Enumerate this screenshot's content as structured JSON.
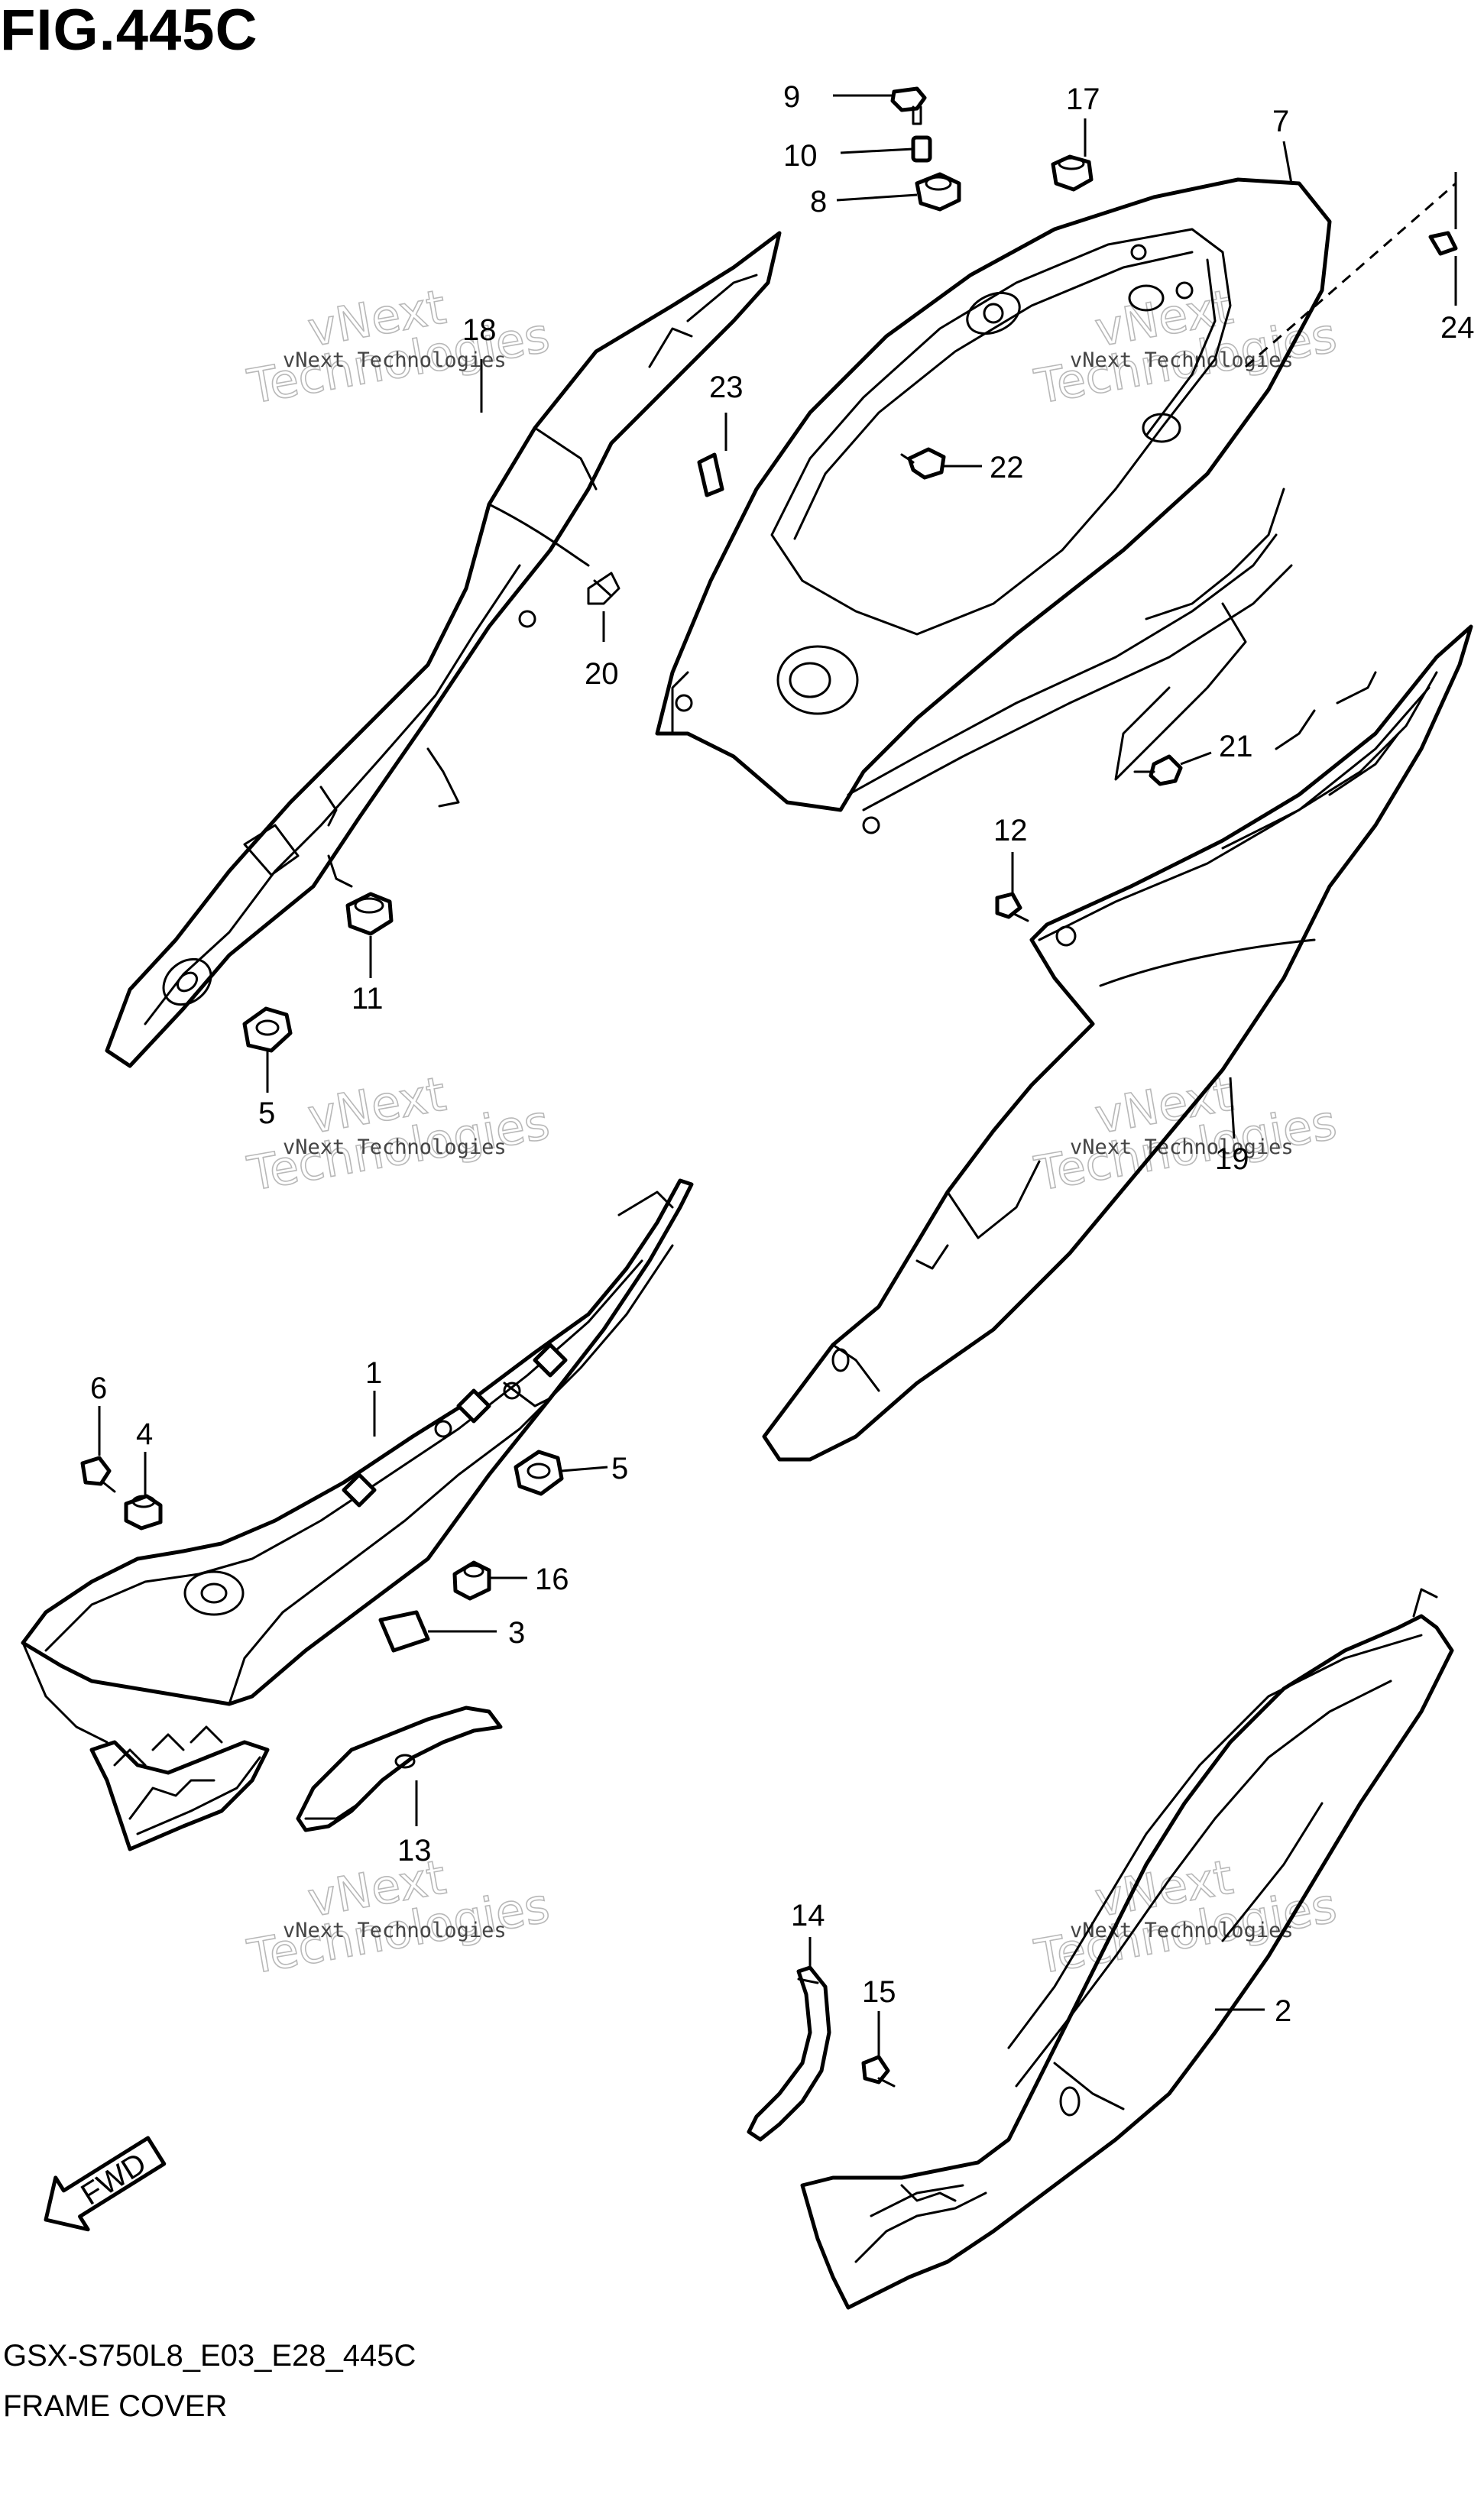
{
  "title": "FIG.445C",
  "footer": {
    "model_code": "GSX-S750L8_E03_E28_445C",
    "section_name": "FRAME COVER"
  },
  "watermark": {
    "line1": "vNext Technologies",
    "line2": "Technologies",
    "line2_top": "vNext"
  },
  "fwd_label": "FWD",
  "callouts": {
    "c1": "1",
    "c2": "2",
    "c3": "3",
    "c4": "4",
    "c5a": "5",
    "c5b": "5",
    "c6": "6",
    "c7": "7",
    "c8": "8",
    "c9": "9",
    "c10": "10",
    "c11": "11",
    "c12": "12",
    "c13": "13",
    "c14": "14",
    "c15": "15",
    "c16": "16",
    "c17": "17",
    "c18": "18",
    "c19": "19",
    "c20": "20",
    "c21": "21",
    "c22": "22",
    "c23": "23",
    "c24": "24"
  }
}
